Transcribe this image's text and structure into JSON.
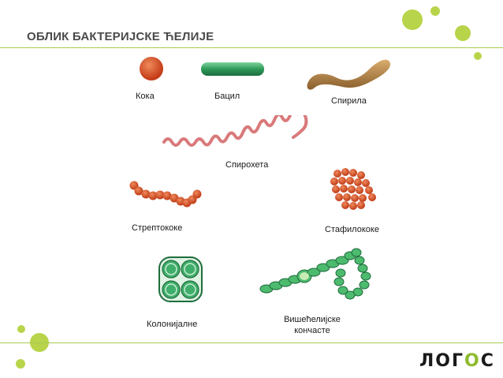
{
  "slide": {
    "title": "ОБЛИК БАКТЕРИЈСКЕ ЋЕЛИЈЕ"
  },
  "items": {
    "koka": "Кока",
    "bacil": "Бацил",
    "spirila": "Спирила",
    "spiroheta": "Спирохета",
    "streptokoke": "Стрептококе",
    "stafilokoke": "Стафилококе",
    "kolonijalne": "Колонијалне",
    "visecelijske": "Вишећелијске кончасте"
  },
  "logo": {
    "text_left": "ЛОГ",
    "text_accent": "О",
    "text_right": "С"
  },
  "colors": {
    "accent_green": "#b8d44a",
    "rule": "#a9c94f",
    "cocci": "#d9542b",
    "bacillus": "#2e9a5a",
    "spirillum": "#b88a4d",
    "spirochete": "#d9797a",
    "colony": "#3fae6a"
  }
}
